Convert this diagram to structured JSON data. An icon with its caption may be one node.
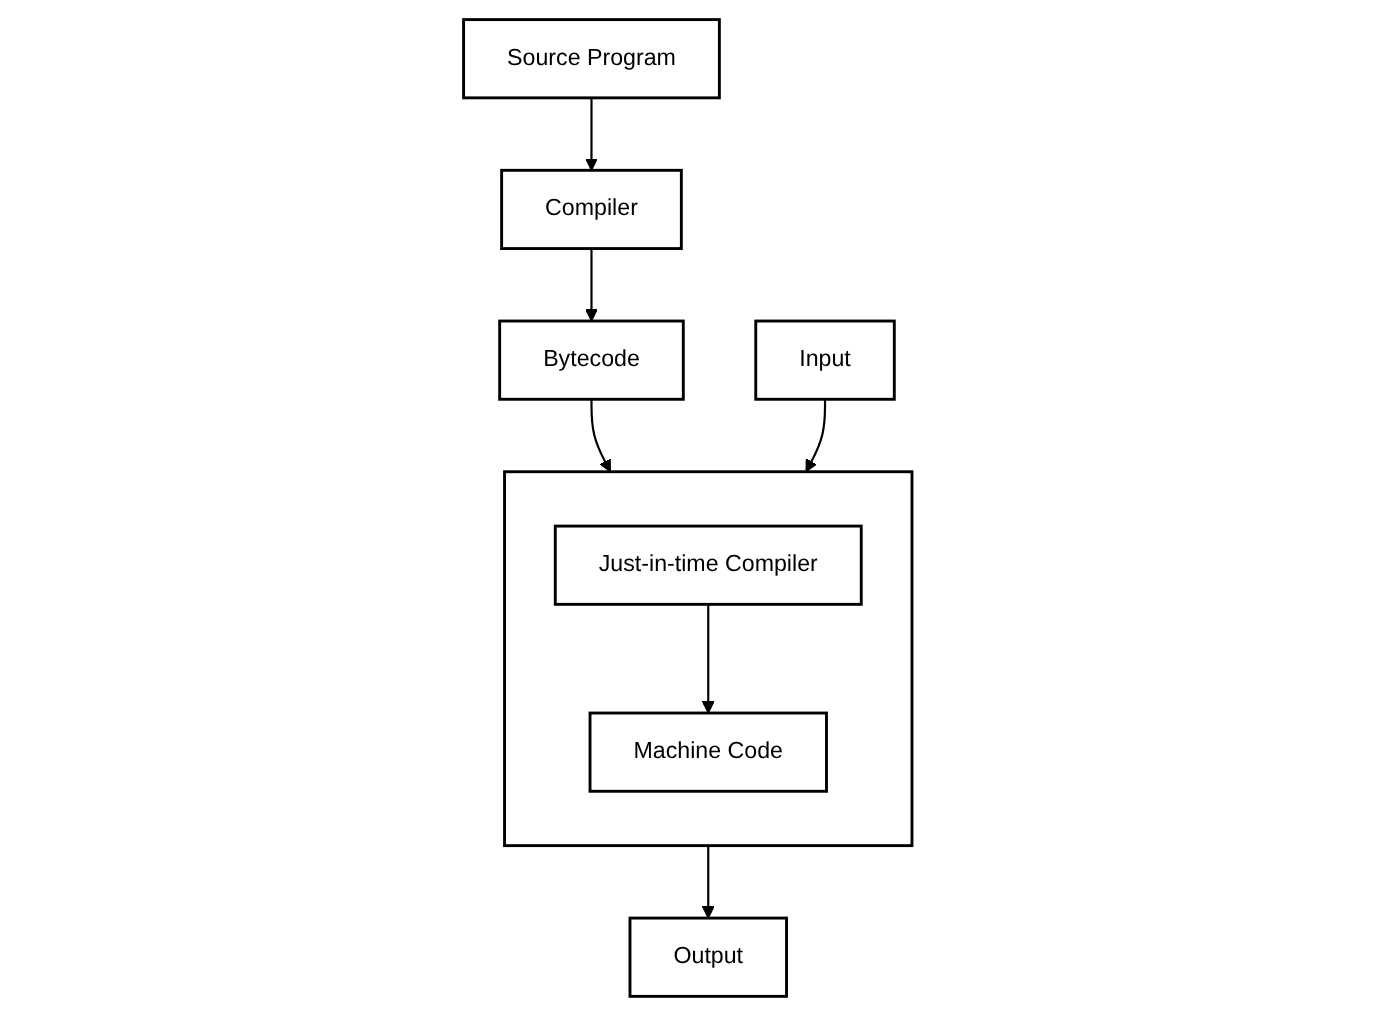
{
  "diagram": {
    "nodes": [
      {
        "text": [
          "Source Program"
        ]
      },
      {
        "text": [
          "Compiler"
        ]
      },
      {
        "text": [
          "Bytecode"
        ]
      },
      {
        "text": [],
        "shape": "box"
      },
      {
        "text": [
          "Just-in-time Compiler"
        ],
        "in": 3
      },
      {
        "text": [
          "Machine Code"
        ],
        "in": 3
      },
      {
        "text": [
          "Input"
        ]
      },
      {
        "text": [
          "Output"
        ]
      }
    ],
    "edges": [
      {
        "from": 0,
        "to": 1,
        "arrow": "to"
      },
      {
        "from": 1,
        "to": 2,
        "arrow": "to"
      },
      {
        "from": 2,
        "to": 3,
        "arrow": "to"
      },
      {
        "from": 4,
        "to": 5,
        "arrow": "to"
      },
      {
        "from": 6,
        "to": 3,
        "arrow": "to"
      },
      {
        "from": 3,
        "to": 7,
        "arrow": "to"
      }
    ]
  }
}
